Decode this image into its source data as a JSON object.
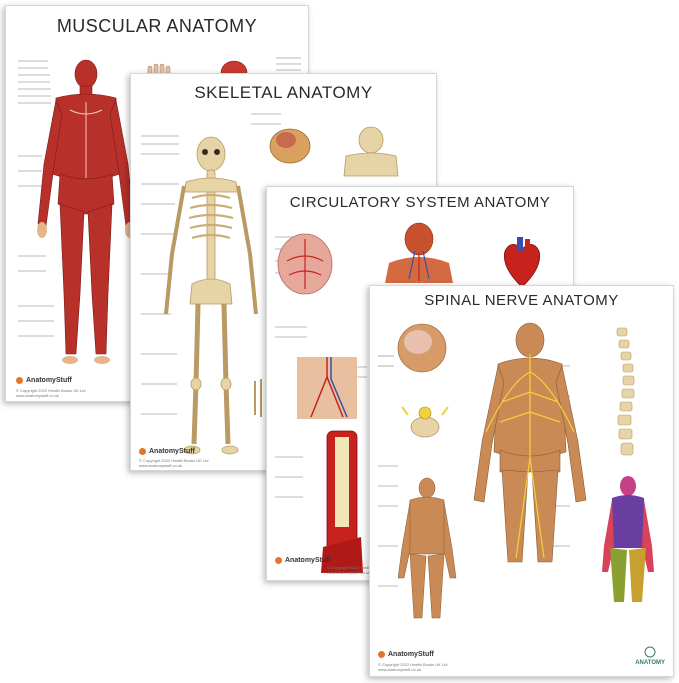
{
  "posters": [
    {
      "id": "muscular",
      "title": "MUSCULAR ANATOMY",
      "brand": "AnatomyStuff",
      "copyright": "© Copyright 2022 Health Books UK Ltd",
      "website": "www.anatomystuff.co.uk",
      "colors": {
        "body": "#b8302a",
        "skin": "#e8b48a"
      }
    },
    {
      "id": "skeletal",
      "title": "SKELETAL ANATOMY",
      "brand": "AnatomyStuff",
      "copyright": "© Copyright 2022 Health Books UK Ltd",
      "website": "www.anatomystuff.co.uk",
      "colors": {
        "bone": "#e6d3a6",
        "bone_shade": "#b99a62"
      }
    },
    {
      "id": "circulatory",
      "title": "CIRCULATORY SYSTEM ANATOMY",
      "brand": "AnatomyStuff",
      "copyright": "© Copyright 2022 Health Books UK Ltd",
      "website": "www.anatomystuff.co.uk",
      "colors": {
        "artery": "#c8221e",
        "vein": "#3a4ea8"
      }
    },
    {
      "id": "spinal",
      "title": "SPINAL NERVE ANATOMY",
      "brand": "AnatomyStuff",
      "copyright": "© Copyright 2022 Health Books UK Ltd",
      "website": "www.anatomystuff.co.uk",
      "logo_text": "ANATOMY",
      "colors": {
        "skin": "#c98a55",
        "nerve": "#f2d23a"
      }
    }
  ]
}
